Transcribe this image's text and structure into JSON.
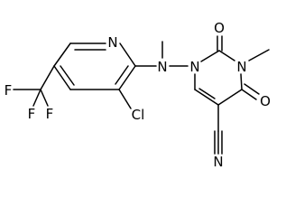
{
  "atoms": {
    "n_pyridine": "N",
    "cl": "Cl",
    "f1": "F",
    "f2": "F",
    "f3": "F",
    "n_amine": "N",
    "n1_ring": "N",
    "n3_ring": "N",
    "o2": "O",
    "o4": "O",
    "n_nitrile": "N"
  },
  "colors": {
    "ink": "#000000",
    "background": "#ffffff"
  }
}
